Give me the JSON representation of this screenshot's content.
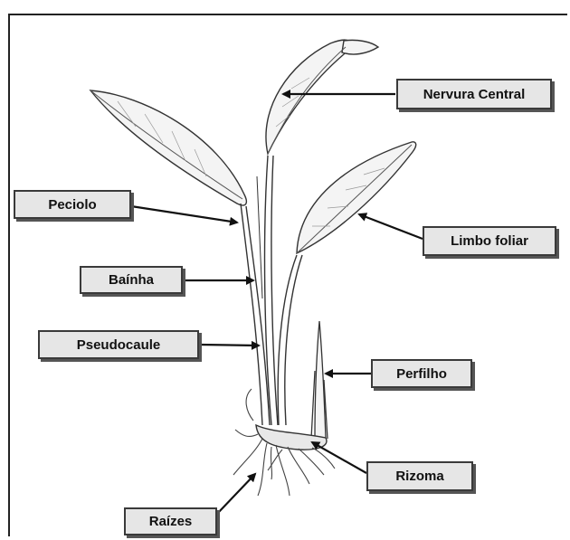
{
  "labels": {
    "nervura_central": "Nervura Central",
    "peciolo": "Peciolo",
    "limbo_foliar": "Limbo foliar",
    "bainha": "Baínha",
    "pseudocaule": "Pseudocaule",
    "perfilho": "Perfilho",
    "rizoma": "Rizoma",
    "raizes": "Raízes"
  }
}
